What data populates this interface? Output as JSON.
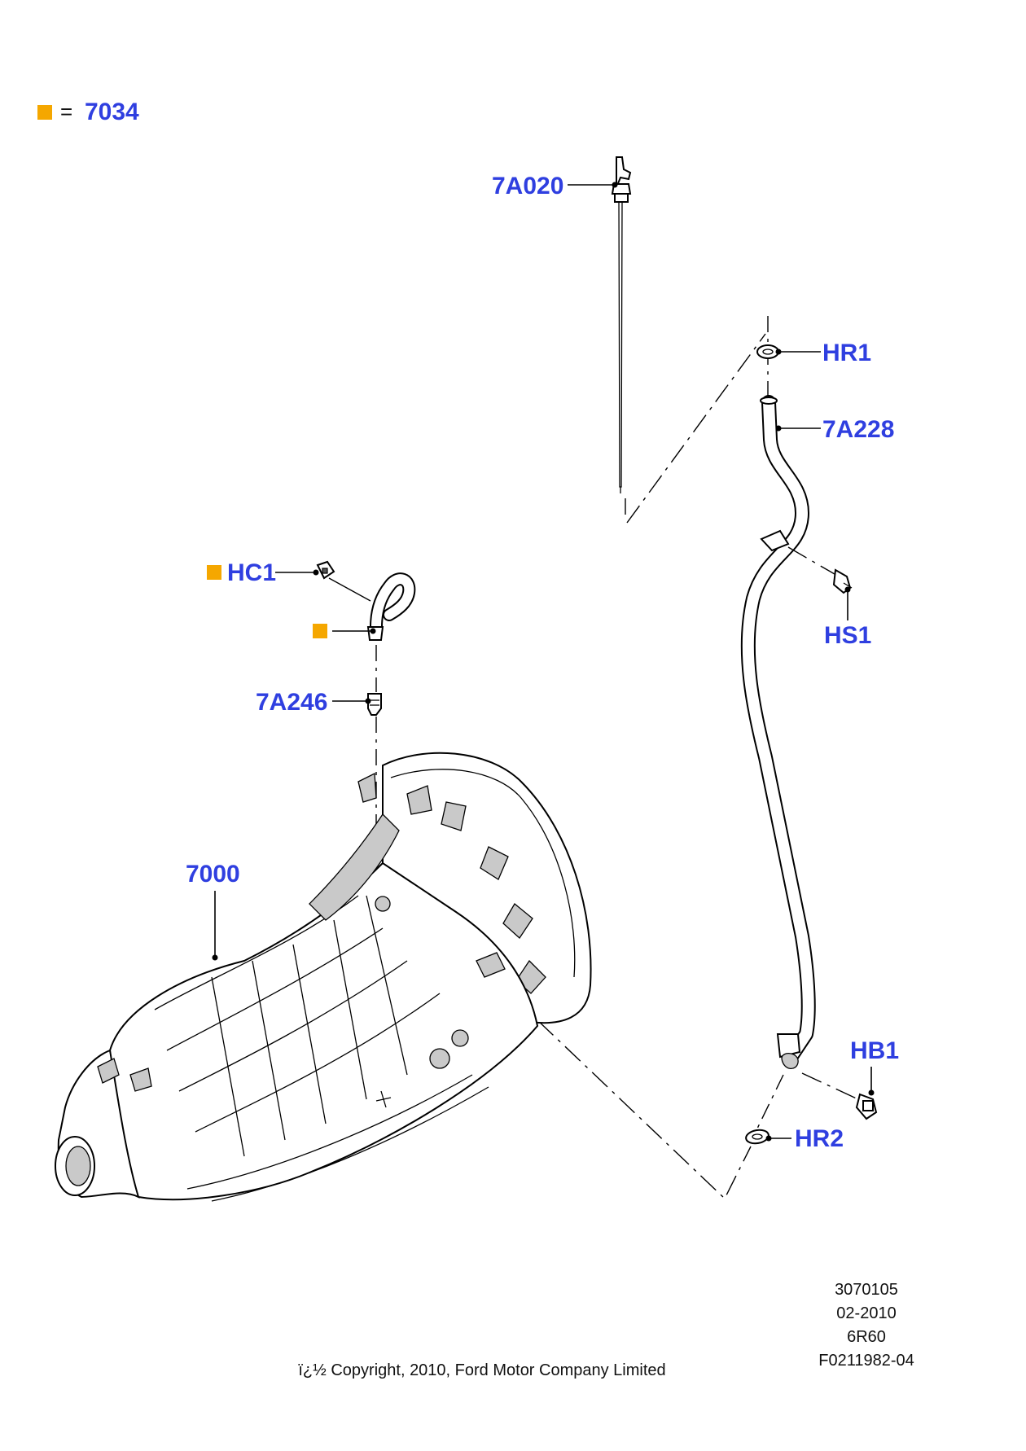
{
  "legend": {
    "marker_color": "#f5a700",
    "equals": "=",
    "code": "7034"
  },
  "callouts": {
    "dipstick": "7A020",
    "oring_top": "HR1",
    "filler_tube": "7A228",
    "screw": "HS1",
    "hose_clamp": "HC1",
    "vent_fitting": "7A246",
    "transmission": "7000",
    "bolt": "HB1",
    "oring_bottom": "HR2"
  },
  "info": {
    "line1": "3070105",
    "line2": "02-2010",
    "line3": "6R60",
    "line4": "F0211982-04"
  },
  "copyright": "ï¿½ Copyright, 2010, Ford Motor Company Limited",
  "colors": {
    "callout": "#2f3fe0",
    "marker": "#f5a700"
  }
}
